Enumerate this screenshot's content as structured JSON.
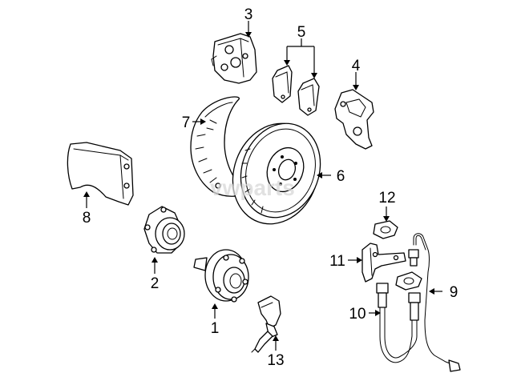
{
  "watermark": "vwparts",
  "callouts": {
    "c1": "1",
    "c2": "2",
    "c3": "3",
    "c4": "4",
    "c5": "5",
    "c6": "6",
    "c7": "7",
    "c8": "8",
    "c9": "9",
    "c10": "10",
    "c11": "11",
    "c12": "12",
    "c13": "13"
  }
}
